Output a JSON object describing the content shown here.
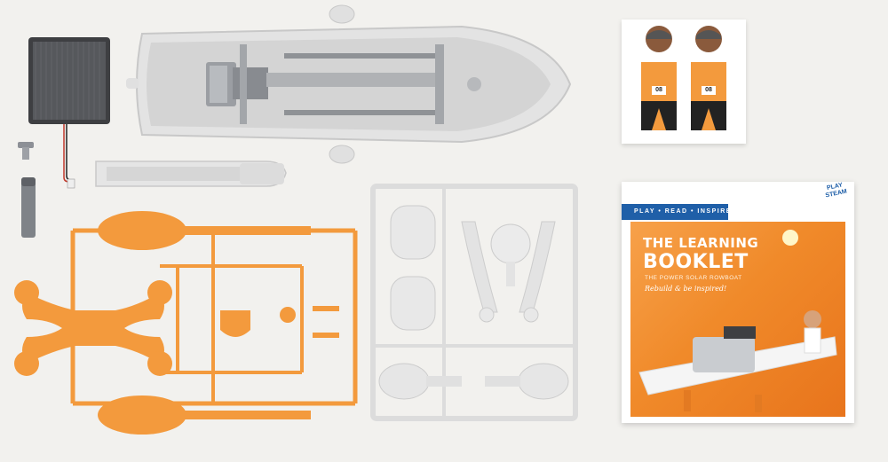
{
  "booklet": {
    "banner": "PLAY • READ • INSPIRE",
    "title_line1": "THE LEARNING",
    "title_line2": "BOOKLET",
    "subtitle": "THE POWER SOLAR ROWBOAT",
    "tagline": "Rebuild & be inspired!",
    "logo": "PLAY STEAM"
  },
  "sticker": {
    "number_left": "08",
    "number_right": "08"
  },
  "colors": {
    "background": "#f2f1ee",
    "orange_parts": "#f39a3d",
    "white_parts": "#e6e6e6",
    "boat_hull": "#ececec",
    "booklet_orange": "#f08a2a",
    "banner_blue": "#1f5fa8"
  }
}
